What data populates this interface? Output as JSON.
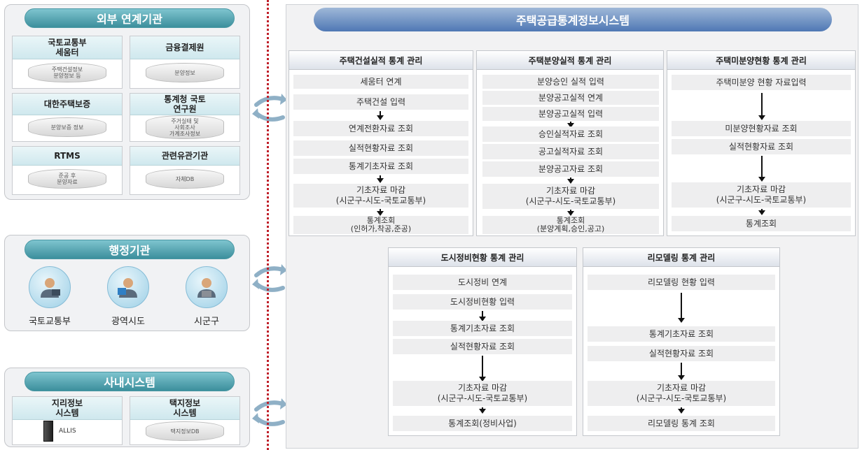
{
  "external": {
    "title": "외부 연계기관",
    "orgs": [
      {
        "name": "국토교통부\n세움터",
        "db": "주택건설정보\n분양정보 등"
      },
      {
        "name": "금융결제원",
        "db": "분양정보"
      },
      {
        "name": "대한주택보증",
        "db": "분양보증 정보"
      },
      {
        "name": "통계청 국토\n연구원",
        "db": "주거실태 및\n사회조사\n가계조사정보"
      },
      {
        "name": "RTMS",
        "db": "준공 후\n분양자료"
      },
      {
        "name": "관련유관기관",
        "db": "자체DB"
      }
    ]
  },
  "admin": {
    "title": "행정기관",
    "agencies": [
      "국토교통부",
      "광역시도",
      "시군구"
    ]
  },
  "internal": {
    "title": "사내시스템",
    "systems": [
      {
        "name": "지리정보\n시스템",
        "db": "ALLIS"
      },
      {
        "name": "택지정보\n시스템",
        "db": "택지정보DB"
      }
    ]
  },
  "system_title": "주택공급통계정보시스템",
  "panels": {
    "construction": {
      "title": "주택건설실적 통계 관리",
      "steps": [
        "세움터 연계",
        "주택건설 입력",
        "연계전환자료 조회",
        "실적현황자료 조회",
        "통계기초자료 조회",
        "기초자료 마감\n(시군구-시도-국토교통부)",
        "통계조회\n(인허가,착공,준공)"
      ]
    },
    "sales": {
      "title": "주택분양실적 통계 관리",
      "steps": [
        "분양승인 실적 입력",
        "분양공고실적 연계",
        "분양공고실적 입력",
        "승인실적자료 조회",
        "공고실적자료 조회",
        "분양공고자료 조회",
        "기초자료 마감\n(시군구-시도-국토교통부)",
        "통계조회\n(분양계획,승인,공고)"
      ]
    },
    "unsold": {
      "title": "주택미분양현황 통계 관리",
      "steps": [
        "주택미분양 현황 자료입력",
        "미분양현황자료 조회",
        "실적현황자료 조회",
        "기초자료 마감\n(시군구-시도-국토교통부)",
        "통계조회"
      ]
    },
    "urban": {
      "title": "도시정비현황 통계 관리",
      "steps": [
        "도시정비 연계",
        "도시정비현황 입력",
        "통계기초자료 조회",
        "실적현황자료 조회",
        "기초자료 마감\n(시군구-시도-국토교통부)",
        "통계조회(정비사업)"
      ]
    },
    "remodel": {
      "title": "리모델링 통계 관리",
      "steps": [
        "리모델링 현황  입력",
        "통계기초자료 조회",
        "실적현황자료 조회",
        "기초자료 마감\n(시군구-시도-국토교통부)",
        "리모델링 통계 조회"
      ]
    }
  },
  "colors": {
    "accent_teal": "#3c8f9c",
    "title_blue": "#4f78b4",
    "divider_red": "#c0202a"
  }
}
